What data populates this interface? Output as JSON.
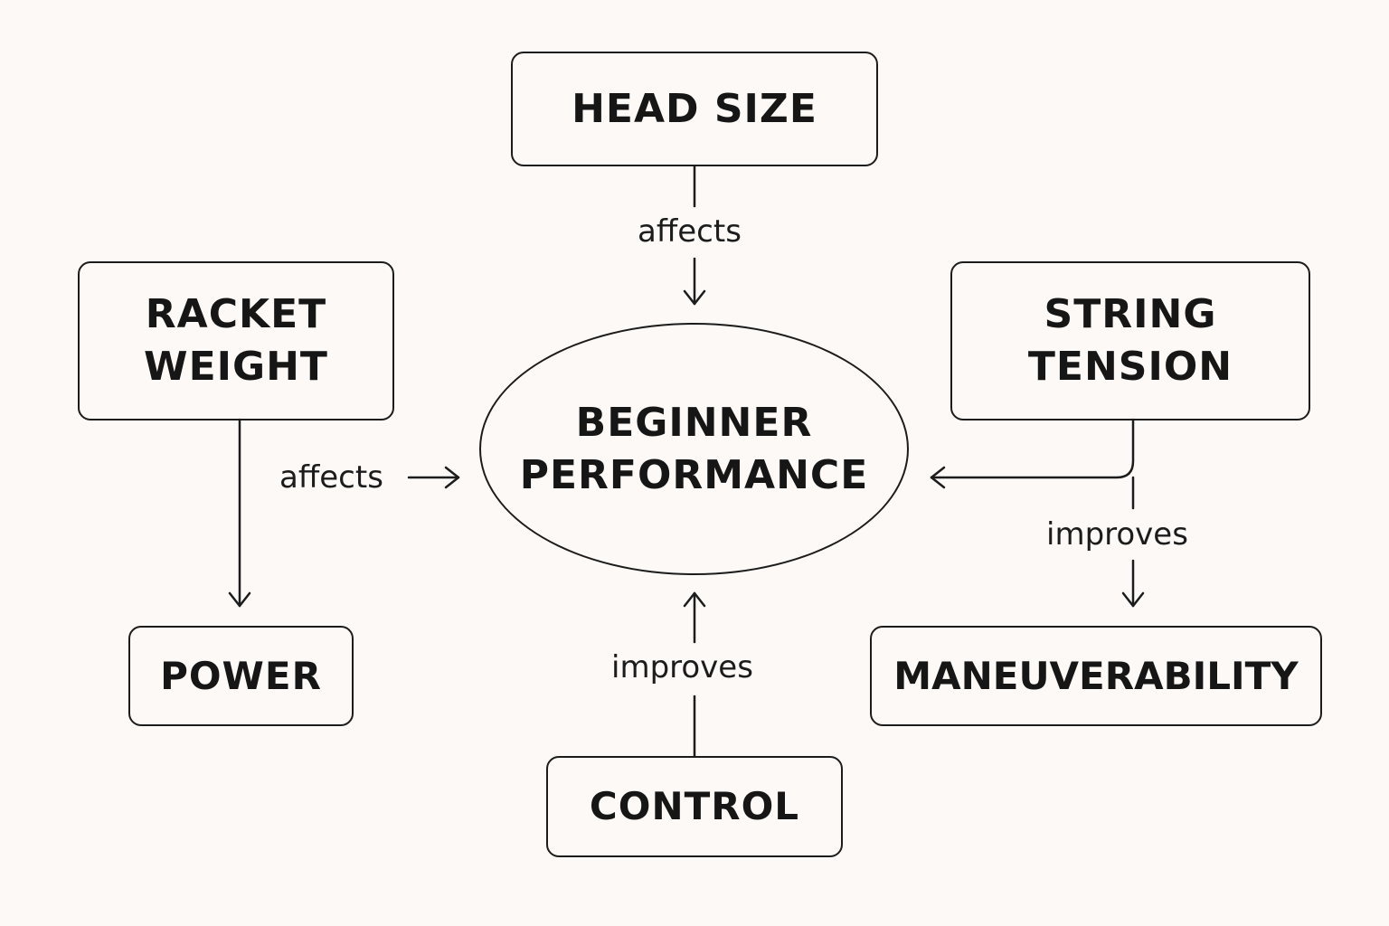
{
  "nodes": {
    "head_size": "HEAD SIZE",
    "racket_weight": [
      "RACKET",
      "WEIGHT"
    ],
    "string_tension": [
      "STRING",
      "TENSION"
    ],
    "beginner_performance": [
      "BEGINNER",
      "PERFORMANCE"
    ],
    "power": "POWER",
    "maneuverability": "MANEUVERABILITY",
    "control": "CONTROL"
  },
  "edges": {
    "head_size_to_performance": "affects",
    "racket_weight_to_performance": "affects",
    "tension_to_maneuverability": "improves",
    "control_to_performance": "improves"
  },
  "colors": {
    "background": "#fcf9f6",
    "stroke": "#1c1c1c"
  }
}
